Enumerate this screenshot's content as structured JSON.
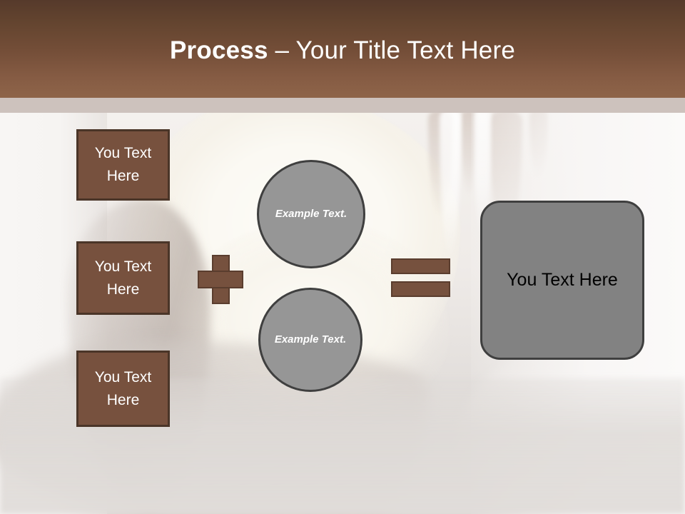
{
  "slide": {
    "header": {
      "title_strong": "Process",
      "title_rest": " – Your Title Text Here"
    },
    "steps": [
      {
        "label": "You Text Here"
      },
      {
        "label": "You Text Here"
      },
      {
        "label": "You Text Here"
      }
    ],
    "operators": {
      "plus": "+",
      "equals": "="
    },
    "circles": [
      {
        "label": "Example Text."
      },
      {
        "label": "Example Text."
      }
    ],
    "result": {
      "label": "You Text Here"
    },
    "colors": {
      "header_gradient_top": "#563a2b",
      "header_gradient_bottom": "#8e6449",
      "header_band": "#cdc2bd",
      "step_fill": "#77513e",
      "step_border": "#4a3528",
      "circle_fill": "#969696",
      "circle_border": "#3f3f3f",
      "result_fill": "#828282",
      "result_border": "#3f3f3f",
      "operator_fill": "#76513e",
      "title_text": "#ffffff",
      "result_text": "#000000"
    }
  }
}
